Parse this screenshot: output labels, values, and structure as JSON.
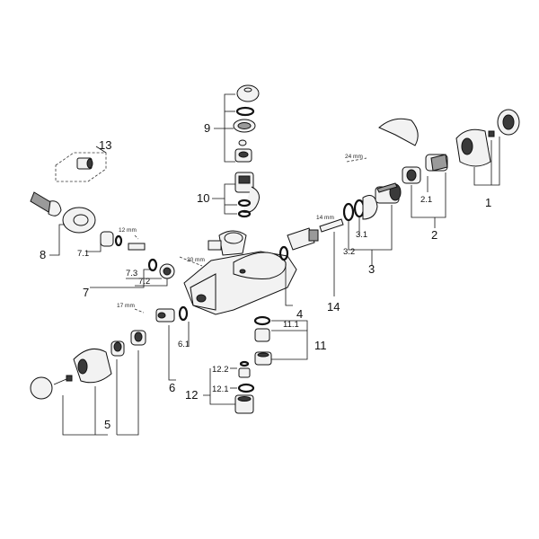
{
  "callouts": {
    "c1": "1",
    "c2": "2",
    "c2_1": "2.1",
    "c3": "3",
    "c3_1": "3.1",
    "c3_2": "3.2",
    "c4": "4",
    "c5": "5",
    "c6": "6",
    "c6_1": "6.1",
    "c7": "7",
    "c7_1": "7.1",
    "c7_2": "7.2",
    "c7_3": "7.3",
    "c8": "8",
    "c9": "9",
    "c10": "10",
    "c11": "11",
    "c11_1": "11.1",
    "c12": "12",
    "c12_1": "12.1",
    "c12_2": "12.2",
    "c13": "13",
    "c14": "14"
  },
  "dimensions": {
    "d12mm": "12 mm",
    "d30mm": "30 mm",
    "d17mm": "17 mm",
    "d14mm": "14 mm",
    "d24mm": "24 mm"
  }
}
